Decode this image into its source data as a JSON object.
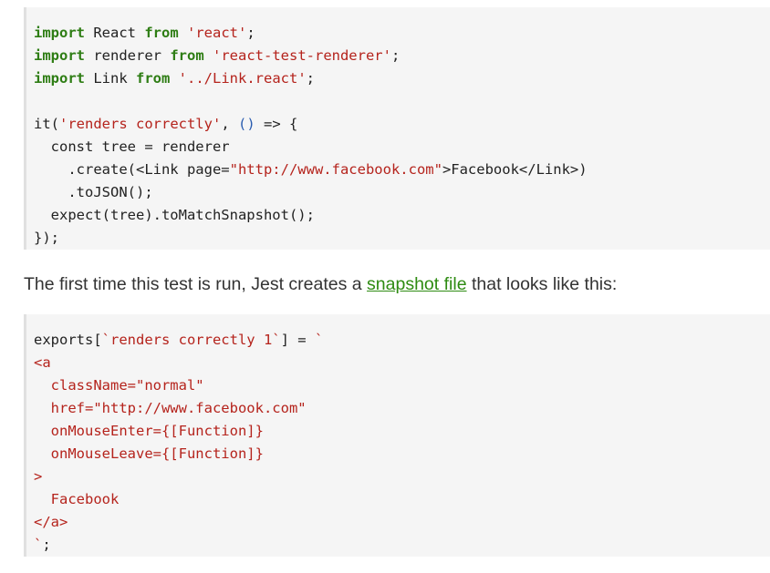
{
  "code1": [
    [
      {
        "t": "import",
        "c": "kw"
      },
      {
        "t": " React "
      },
      {
        "t": "from",
        "c": "kw"
      },
      {
        "t": " "
      },
      {
        "t": "'react'",
        "c": "str"
      },
      {
        "t": ";"
      }
    ],
    [
      {
        "t": "import",
        "c": "kw"
      },
      {
        "t": " renderer "
      },
      {
        "t": "from",
        "c": "kw"
      },
      {
        "t": " "
      },
      {
        "t": "'react-test-renderer'",
        "c": "str"
      },
      {
        "t": ";"
      }
    ],
    [
      {
        "t": "import",
        "c": "kw"
      },
      {
        "t": " Link "
      },
      {
        "t": "from",
        "c": "kw"
      },
      {
        "t": " "
      },
      {
        "t": "'../Link.react'",
        "c": "str"
      },
      {
        "t": ";"
      }
    ],
    [],
    [
      {
        "t": "it("
      },
      {
        "t": "'renders correctly'",
        "c": "str"
      },
      {
        "t": ", "
      },
      {
        "t": "()",
        "c": "arrow"
      },
      {
        "t": " => {"
      }
    ],
    [
      {
        "t": "  const tree = renderer"
      }
    ],
    [
      {
        "t": "    .create(<Link page="
      },
      {
        "t": "\"http://www.facebook.com\"",
        "c": "str"
      },
      {
        "t": ">Facebook</Link>)"
      }
    ],
    [
      {
        "t": "    .toJSON();"
      }
    ],
    [
      {
        "t": "  expect(tree).toMatchSnapshot();"
      }
    ],
    [
      {
        "t": "});"
      }
    ]
  ],
  "prose": {
    "before": "The first time this test is run, Jest creates a ",
    "link": "snapshot file",
    "after": " that looks like this:"
  },
  "code2": [
    [
      {
        "t": "exports["
      },
      {
        "t": "`renders correctly 1`",
        "c": "str"
      },
      {
        "t": "] = "
      },
      {
        "t": "`",
        "c": "str"
      }
    ],
    [
      {
        "t": "<a",
        "c": "str"
      }
    ],
    [
      {
        "t": "  className=\"normal\"",
        "c": "str"
      }
    ],
    [
      {
        "t": "  href=\"http://www.facebook.com\"",
        "c": "str"
      }
    ],
    [
      {
        "t": "  onMouseEnter={[Function]}",
        "c": "str"
      }
    ],
    [
      {
        "t": "  onMouseLeave={[Function]}",
        "c": "str"
      }
    ],
    [
      {
        "t": ">",
        "c": "str"
      }
    ],
    [
      {
        "t": "  Facebook",
        "c": "str"
      }
    ],
    [
      {
        "t": "</a>",
        "c": "str"
      }
    ],
    [
      {
        "t": "`",
        "c": "str"
      },
      {
        "t": ";"
      }
    ]
  ]
}
